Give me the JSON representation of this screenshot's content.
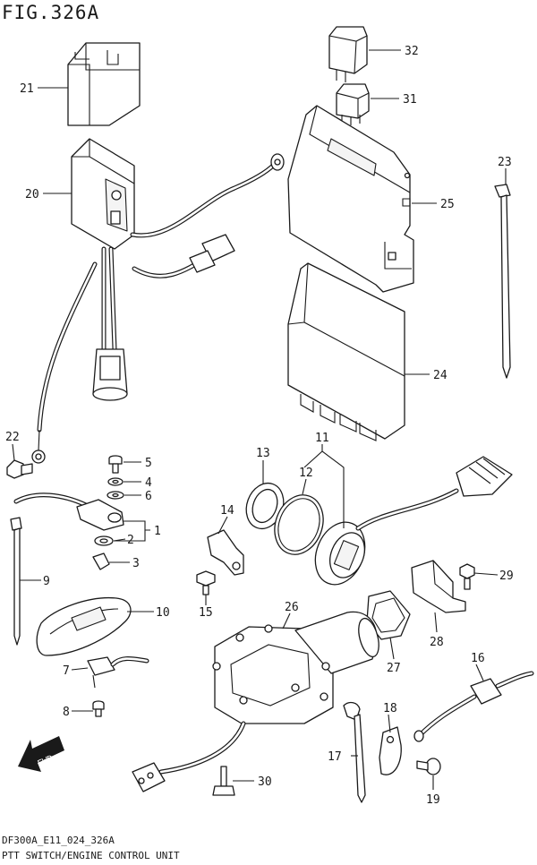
{
  "figure": {
    "title": "FIG.326A",
    "footer_code": "DF300A_E11_024_326A",
    "footer_desc": "PTT SWITCH/ENGINE CONTROL UNIT",
    "direction_label": "FWD"
  },
  "parts": {
    "p1": "1",
    "p2": "2",
    "p3": "3",
    "p4": "4",
    "p5": "5",
    "p6": "6",
    "p7": "7",
    "p8": "8",
    "p9": "9",
    "p10": "10",
    "p11": "11",
    "p12": "12",
    "p13": "13",
    "p14": "14",
    "p15": "15",
    "p16": "16",
    "p17": "17",
    "p18": "18",
    "p19": "19",
    "p20": "20",
    "p21": "21",
    "p22": "22",
    "p23": "23",
    "p24": "24",
    "p25": "25",
    "p26": "26",
    "p27": "27",
    "p28": "28",
    "p29": "29",
    "p30": "30",
    "p31": "31",
    "p32": "32"
  }
}
